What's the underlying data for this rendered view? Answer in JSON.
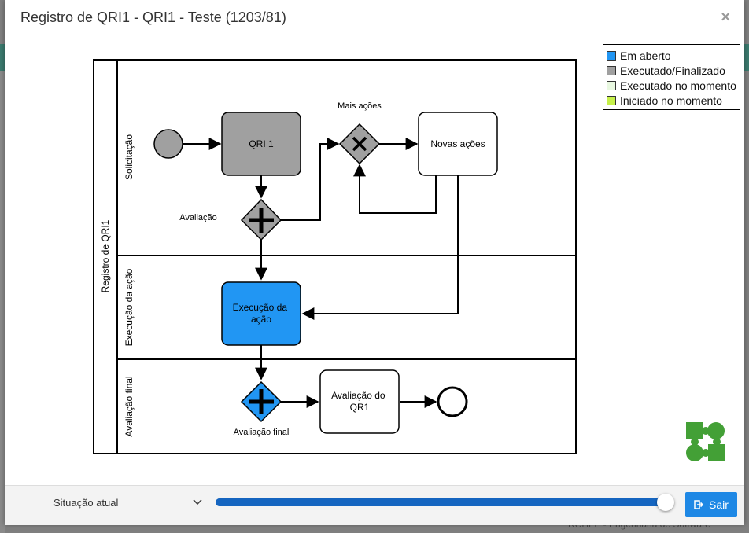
{
  "window": {
    "title": "Registro de QRI1 - QRI1 - Teste (1203/81)",
    "close_glyph": "×"
  },
  "background": {
    "footer_text": "RCHFE - Engenharia de Software"
  },
  "diagram": {
    "pool_label": "Registro de QRI1",
    "lanes": [
      "Solicitação",
      "Execução da ação",
      "Avaliação final"
    ],
    "tasks": {
      "qri1": [
        "QRI 1"
      ],
      "novas_acoes": [
        "Novas ações"
      ],
      "execucao": [
        "Execução da",
        "ação"
      ],
      "avaliacao_qr1": [
        "Avaliação do",
        "QR1"
      ]
    },
    "gateway_labels": {
      "mais_acoes": "Mais ações",
      "avaliacao": "Avaliação",
      "avaliacao_final": "Avaliação final"
    },
    "status": {
      "start_event": "Executado/Finalizado",
      "qri1": "Executado/Finalizado",
      "avaliacao_gateway": "Executado/Finalizado",
      "mais_acoes_gateway": "Executado/Finalizado",
      "novas_acoes": "none",
      "execucao": "Em aberto",
      "avaliacao_final_gateway": "Em aberto",
      "avaliacao_qr1": "none"
    }
  },
  "legend": [
    {
      "label": "Em aberto",
      "color": "#2196f3"
    },
    {
      "label": "Executado/Finalizado",
      "color": "#a0a0a0"
    },
    {
      "label": "Executado no momento",
      "color": "#e8f8e0"
    },
    {
      "label": "Iniciado no momento",
      "color": "#c6f04a"
    }
  ],
  "colors": {
    "accent": "#1e88e5",
    "executed": "#a0a0a0",
    "open": "#2196f3",
    "puzzle": "#43a036"
  },
  "footer": {
    "selected_view": "Situação atual",
    "progress": 1.0,
    "exit_label": "Sair",
    "exit_icon": "sign-out-icon"
  }
}
